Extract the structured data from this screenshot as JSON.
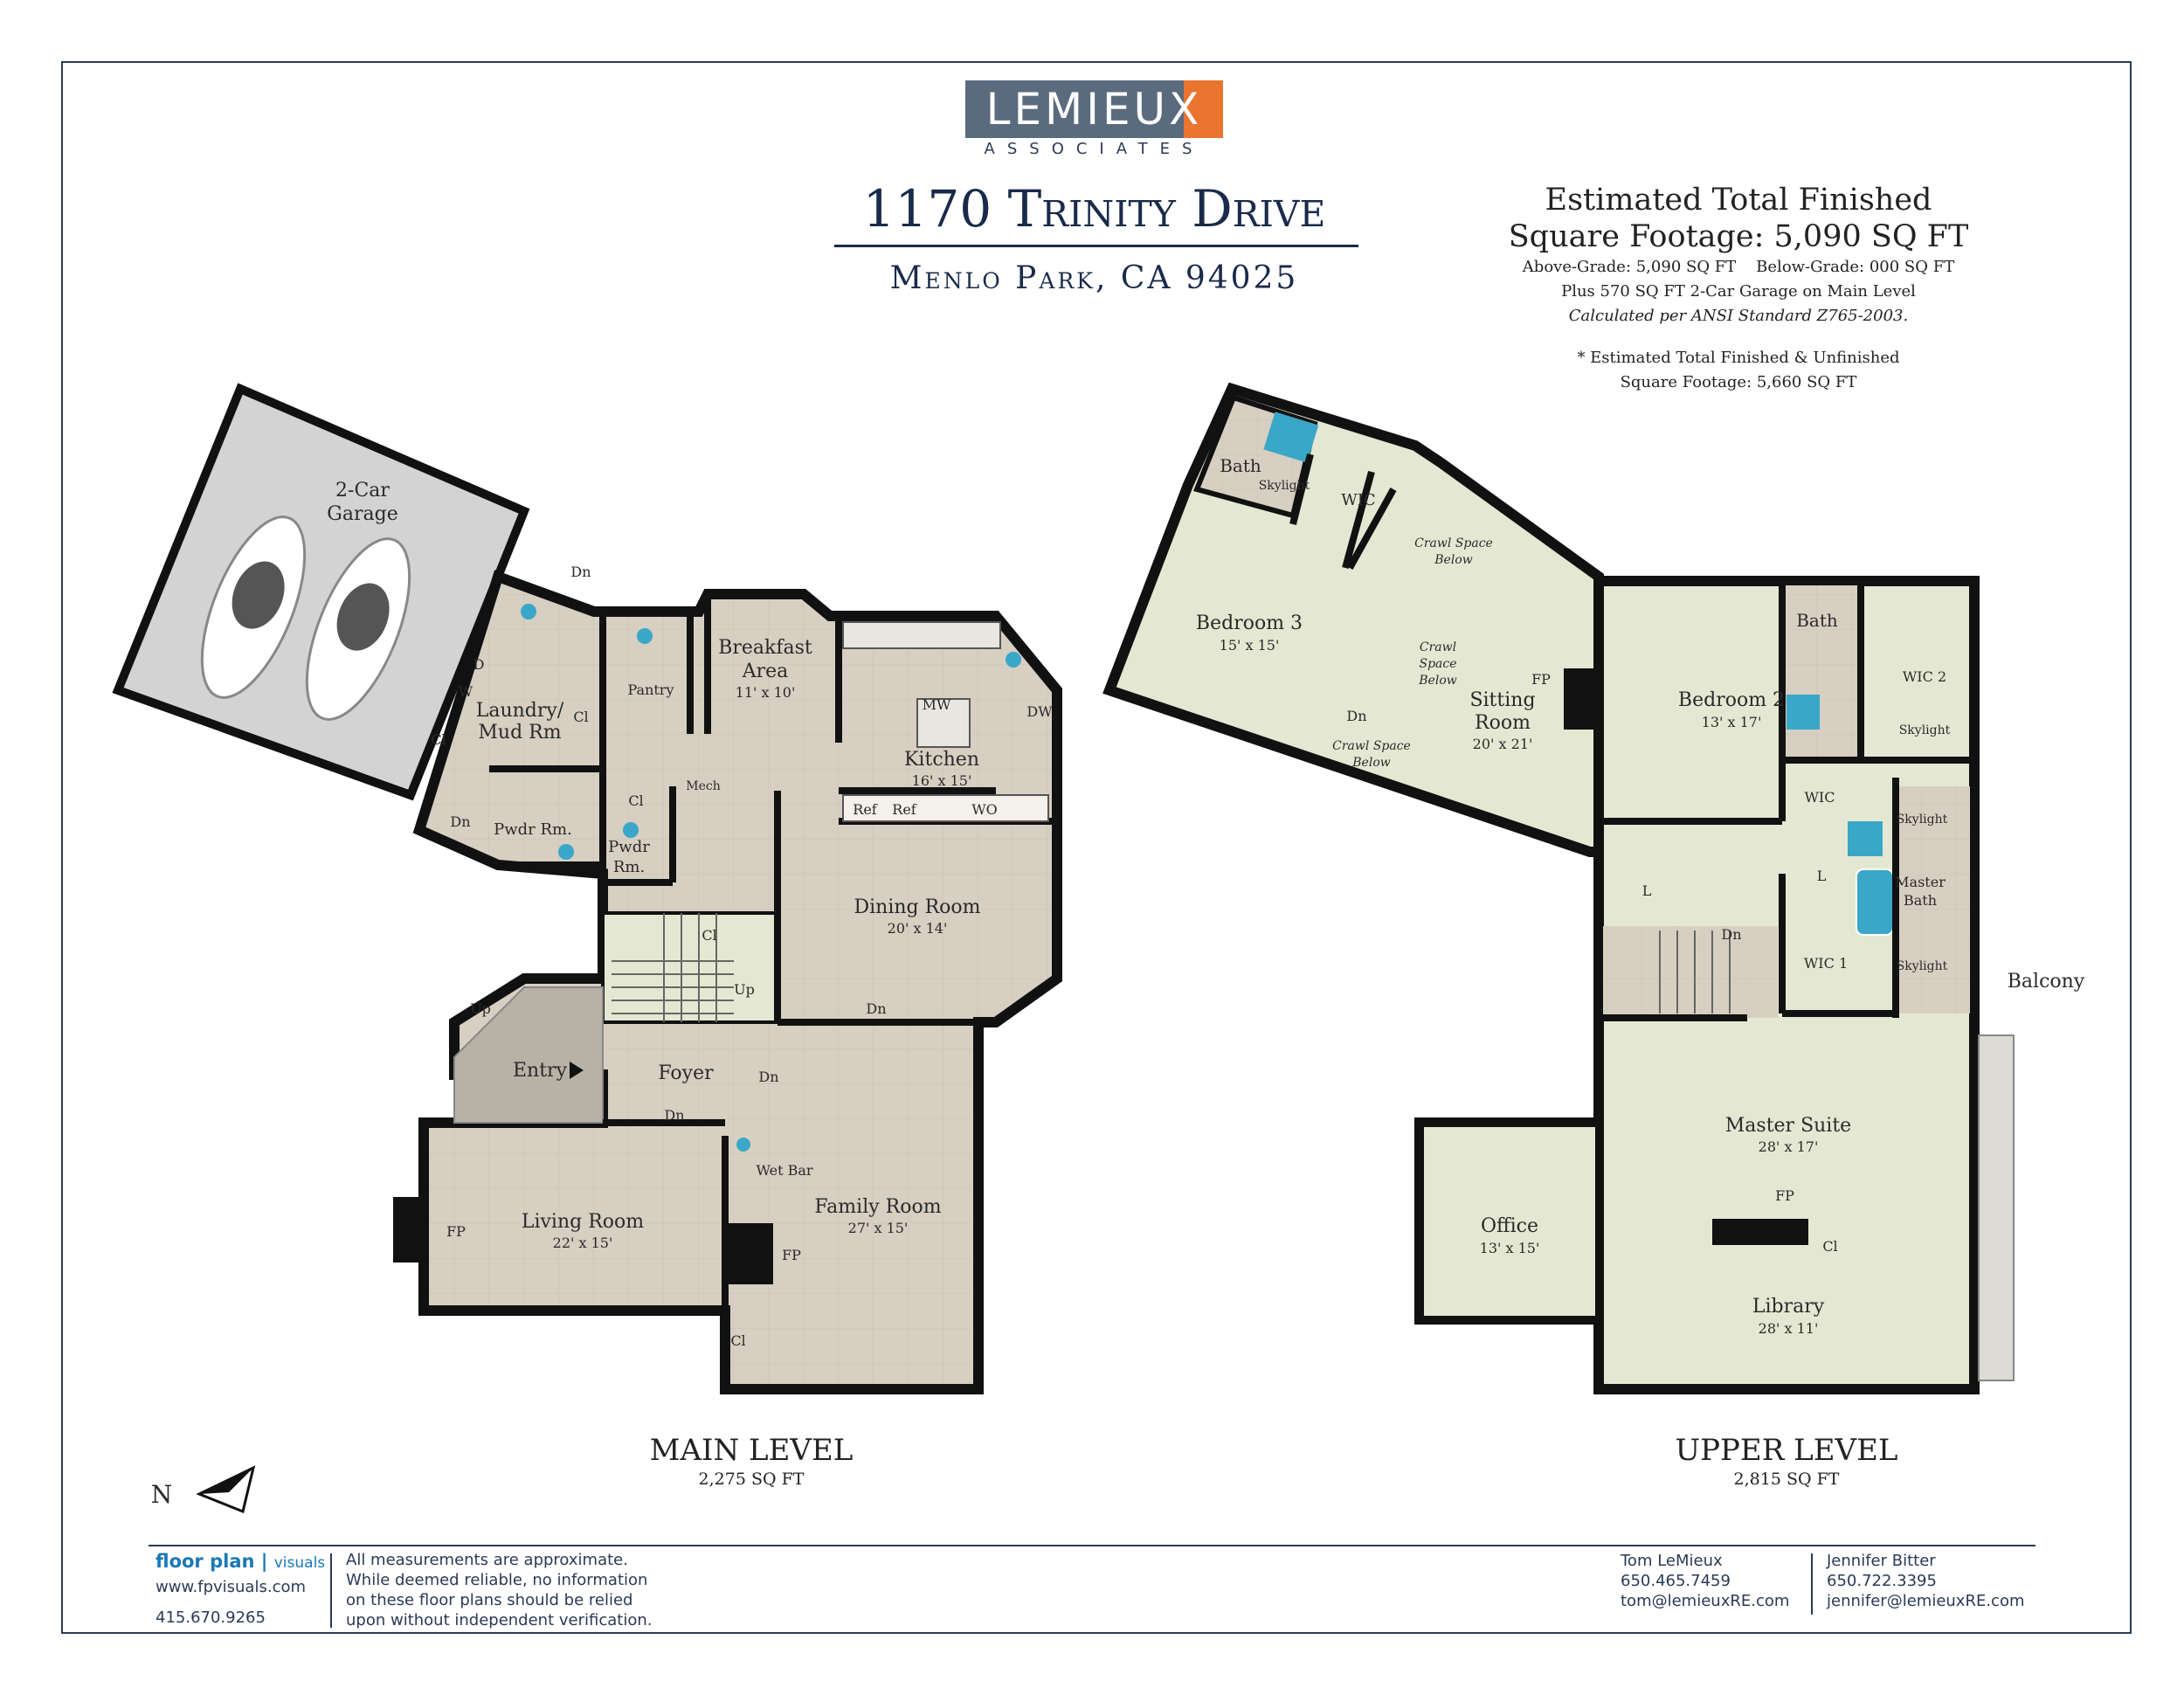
{
  "logo": {
    "name": "LEMIEUX",
    "sub": "ASSOCIATES"
  },
  "address": {
    "street": "1170 Trinity Drive",
    "city": "Menlo Park, CA 94025"
  },
  "sqft": {
    "line1": "Estimated Total Finished",
    "line2": "Square Footage: 5,090 SQ FT",
    "line3": "Above-Grade: 5,090 SQ FT    Below-Grade: 000 SQ FT",
    "line4": "Plus 570 SQ FT 2-Car Garage on Main Level",
    "line5": "Calculated per ANSI Standard Z765-2003.",
    "line6": "* Estimated Total Finished & Unfinished",
    "line7": "Square Footage: 5,660 SQ FT"
  },
  "main_level": {
    "title": "MAIN LEVEL",
    "area": "2,275 SQ FT",
    "rooms": {
      "garage_a": "2-Car",
      "garage_b": "Garage",
      "laundry_a": "Laundry/",
      "laundry_b": "Mud Rm",
      "pantry": "Pantry",
      "breakfast_a": "Breakfast",
      "breakfast_b": "Area",
      "breakfast_dim": "11' x 10'",
      "kitchen": "Kitchen",
      "kitchen_dim": "16' x 15'",
      "mw": "MW",
      "dw": "DW",
      "ref1": "Ref",
      "ref2": "Ref",
      "wo": "WO",
      "mech": "Mech",
      "cl1": "Cl",
      "cl2": "Cl",
      "cl3": "Cl",
      "cl4": "Cl",
      "cl5": "Cl",
      "d": "D",
      "w": "W",
      "pwdr1": "Pwdr Rm.",
      "pwdr2_a": "Pwdr",
      "pwdr2_b": "Rm.",
      "dining": "Dining Room",
      "dining_dim": "20' x 14'",
      "foyer": "Foyer",
      "entry": "Entry",
      "living": "Living Room",
      "living_dim": "22' x 15'",
      "family": "Family Room",
      "family_dim": "27' x 15'",
      "wetbar": "Wet Bar",
      "fp1": "FP",
      "fp2": "FP",
      "dn1": "Dn",
      "dn2": "Dn",
      "dn3": "Dn",
      "dn4": "Dn",
      "dn5": "Dn",
      "up1": "Up",
      "up2": "Up"
    }
  },
  "upper_level": {
    "title": "UPPER LEVEL",
    "area": "2,815 SQ FT",
    "rooms": {
      "bath1": "Bath",
      "skylight1": "Skylight",
      "wic": "WIC",
      "crawl1_a": "Crawl Space",
      "crawl1_b": "Below",
      "crawl2_a": "Crawl",
      "crawl2_b": "Space",
      "crawl2_c": "Below",
      "crawl3_a": "Crawl Space",
      "crawl3_b": "Below",
      "bedroom3": "Bedroom 3",
      "bedroom3_dim": "15' x 15'",
      "sitting_a": "Sitting",
      "sitting_b": "Room",
      "sitting_dim": "20' x 21'",
      "fp3": "FP",
      "bedroom2": "Bedroom 2",
      "bedroom2_dim": "13' x 17'",
      "bath2": "Bath",
      "wic2": "WIC 2",
      "skylight2": "Skylight",
      "wic_b": "WIC",
      "skylight3": "Skylight",
      "l1": "L",
      "l2": "L",
      "master_bath_a": "Master",
      "master_bath_b": "Bath",
      "wic1": "WIC 1",
      "skylight4": "Skylight",
      "dn6": "Dn",
      "dn7": "Dn",
      "balcony": "Balcony",
      "master": "Master Suite",
      "master_dim": "28' x 17'",
      "fp4": "FP",
      "cl6": "Cl",
      "office": "Office",
      "office_dim": "13' x 15'",
      "library": "Library",
      "library_dim": "28' x 11'"
    }
  },
  "compass": {
    "label": "N"
  },
  "footer": {
    "brand": "floor plan",
    "brand_sub": "visuals",
    "web": "www.fpvisuals.com",
    "phone": "415.670.9265",
    "disclaimer1": "All measurements are approximate.",
    "disclaimer2": "While deemed reliable, no information",
    "disclaimer3": "on these floor plans should be relied",
    "disclaimer4": "upon without independent verification.",
    "agent1_name": "Tom LeMieux",
    "agent1_phone": "650.465.7459",
    "agent1_email": "tom@lemieuxRE.com",
    "agent2_name": "Jennifer Bitter",
    "agent2_phone": "650.722.3395",
    "agent2_email": "jennifer@lemieuxRE.com"
  },
  "colors": {
    "floor_tile": "#d6cfc2",
    "floor_carpet": "#e4e8d2",
    "garage": "#d3d3d3",
    "wall": "#111111",
    "accent": "#e9752f",
    "navy": "#1a2a4a"
  }
}
